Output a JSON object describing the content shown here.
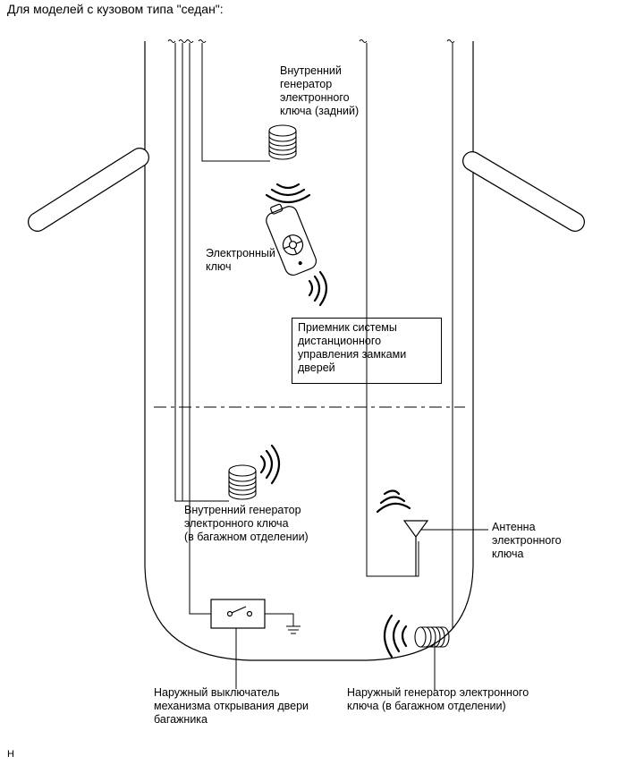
{
  "title": "Для моделей с кузовом типа \"седан\":",
  "labels": {
    "inner_gen_rear": "Внутренний\nгенератор\nэлектронного\nключа (задний)",
    "electronic_key": "Электронный\nключ",
    "receiver": "Приемник системы\nдистанционного\nуправления замками\nдверей",
    "inner_gen_trunk": "Внутренний генератор\nэлектронного ключа\n(в багажном отделении)",
    "antenna": "Антенна\nэлектронного\nключа",
    "trunk_switch": "Наружный выключатель\nмеханизма открывания двери\nбагажника",
    "outer_gen_trunk": "Наружный генератор электронного\nключа (в багажном отделении)"
  },
  "figure_id": "H"
}
